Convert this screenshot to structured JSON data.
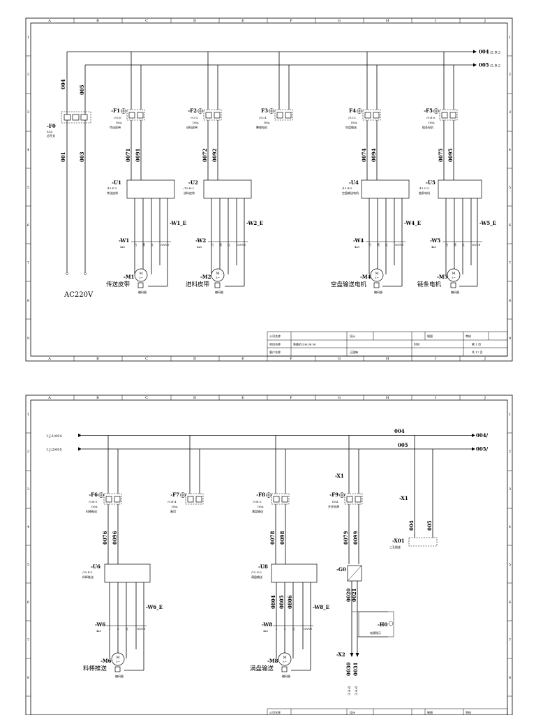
{
  "col_letters": [
    "A",
    "B",
    "C",
    "D",
    "E",
    "F",
    "G",
    "H",
    "I",
    "J"
  ],
  "row_numbers": [
    "1",
    "2",
    "3",
    "4",
    "5",
    "6",
    "7",
    "8",
    "9"
  ],
  "sheet1": {
    "out_004": "004",
    "out_004_ref": "/2.B:2",
    "out_005": "005",
    "out_005_ref": "/2.B:2",
    "wire_004": "004",
    "wire_005": "005",
    "wire_001": "001",
    "wire_003": "003",
    "main_switch": {
      "tag": "-F0",
      "rating": "63A",
      "desc": "总开关"
    },
    "ac_label": "AC220V",
    "breakers": [
      {
        "tag": "-F1",
        "ref": "/9.I:6",
        "rating": "D6A",
        "desc": "传送皮带"
      },
      {
        "tag": "-F2",
        "ref": "/9.I:5",
        "rating": "D6A",
        "desc": "进料皮带"
      },
      {
        "tag": "F3",
        "ref": "/9.I:4",
        "rating": "D6A",
        "desc": "整理电机"
      },
      {
        "tag": "F4",
        "ref": "/9.I:3",
        "rating": "D6A",
        "desc": "空盘输送"
      },
      {
        "tag": "-F5",
        "ref": "/9.H:6",
        "rating": "D6A",
        "desc": "链条电机"
      }
    ],
    "wires_a": [
      "0071",
      "0072",
      "0074",
      "0075"
    ],
    "wires_b": [
      "0091",
      "0092",
      "0094",
      "0095"
    ],
    "inverters": [
      {
        "tag": "-U1",
        "ref": "/15.F:2",
        "desc": "传送皮带"
      },
      {
        "tag": "-U2",
        "ref": "/15.H:2",
        "desc": "进料皮带"
      },
      {
        "tag": "-U4",
        "ref": "/15.B:5",
        "desc": "空盘输送电机"
      },
      {
        "tag": "-U5",
        "ref": "/15.C:5",
        "desc": "链条电机"
      }
    ],
    "shields": [
      "-W1_E",
      "-W2_E",
      "-W4_E",
      "-W5_E"
    ],
    "cables": [
      {
        "tag": "-W1",
        "spec": "4x1"
      },
      {
        "tag": "-W2",
        "spec": "4x1"
      },
      {
        "tag": "-W4",
        "spec": "4x1"
      },
      {
        "tag": "-W5",
        "spec": "4x1"
      }
    ],
    "core_labels": [
      "白",
      "黑",
      "红",
      "GNYE"
    ],
    "motors": [
      {
        "tag": "-M1",
        "name": "传送皮带"
      },
      {
        "tag": "-M2",
        "name": "进料皮带"
      },
      {
        "tag": "-M4",
        "name": "空盘输送电机"
      },
      {
        "tag": "-M5",
        "name": "链条电机"
      }
    ],
    "motor_symbol": "M",
    "motor_sub": "3~",
    "encoder": "编码器",
    "title_block": {
      "company_label": "公司名称",
      "project_label": "项目名称",
      "project_value": "装盒机 DH.84.96",
      "customer_label": "客户名称",
      "design_label": "设计",
      "designer": "王国锋",
      "draw_label": "制图",
      "review_label": "审核",
      "time_label": "时间",
      "page": "第 1 页",
      "total": "共 17 页"
    }
  },
  "sheet2": {
    "in_004": "1.J:1/004",
    "in_005": "1.J:2/005",
    "out_004": "004",
    "out_004_ref": "004/",
    "out_005": "005",
    "out_005_ref": "005/",
    "breakers": [
      {
        "tag": "-F6",
        "ref": "/9.H:5",
        "rating": "D6A",
        "desc": "料棒推送"
      },
      {
        "tag": "-F7",
        "ref": "/9.H:4",
        "rating": "D6A",
        "desc": "备用"
      },
      {
        "tag": "-F8",
        "ref": "/9.H:3",
        "rating": "D6A",
        "desc": "满盘输送"
      },
      {
        "tag": "-F9",
        "ref": "",
        "rating": "D6A",
        "desc": "开关电源"
      }
    ],
    "wires_a": [
      "0076",
      "0078",
      "0079"
    ],
    "wires_b": [
      "0096",
      "0098",
      "0099"
    ],
    "wires_c": [
      "0804",
      "0805",
      "0806"
    ],
    "terminal_x1": "-X1",
    "terminal_x01": "-X01",
    "socket_desc": "三孔插座",
    "wire_004": "004",
    "wire_005": "005",
    "inverters": [
      {
        "tag": "-U6",
        "ref": "/15.E:5",
        "desc": "料棒推送"
      },
      {
        "tag": "-U8",
        "ref": "/15.G:5",
        "desc": "满盘输送"
      }
    ],
    "shields": [
      "-W6_E",
      "-W8_E"
    ],
    "cables": [
      {
        "tag": "-W6",
        "spec": "4x1"
      },
      {
        "tag": "-W8",
        "spec": "4x1"
      }
    ],
    "core_labels2": [
      "1",
      "2",
      "红",
      "GNYE"
    ],
    "motors": [
      {
        "tag": "-M6",
        "name": "料棒推送"
      },
      {
        "tag": "-M8",
        "name": "满盘输送"
      }
    ],
    "psu_tag": "-G0",
    "psu_wires": [
      "0020",
      "0021"
    ],
    "lamp_tag": "-H0",
    "lamp_desc": "电源指示",
    "terminal_x2": "-X2",
    "out_wires": [
      "0030",
      "0031"
    ],
    "out_refs": [
      "3.A:6",
      "3.A:6"
    ],
    "title_block": {
      "company_label": "公司名称",
      "design_label": "设计",
      "draw_label": "制图",
      "review_label": "审核"
    }
  }
}
